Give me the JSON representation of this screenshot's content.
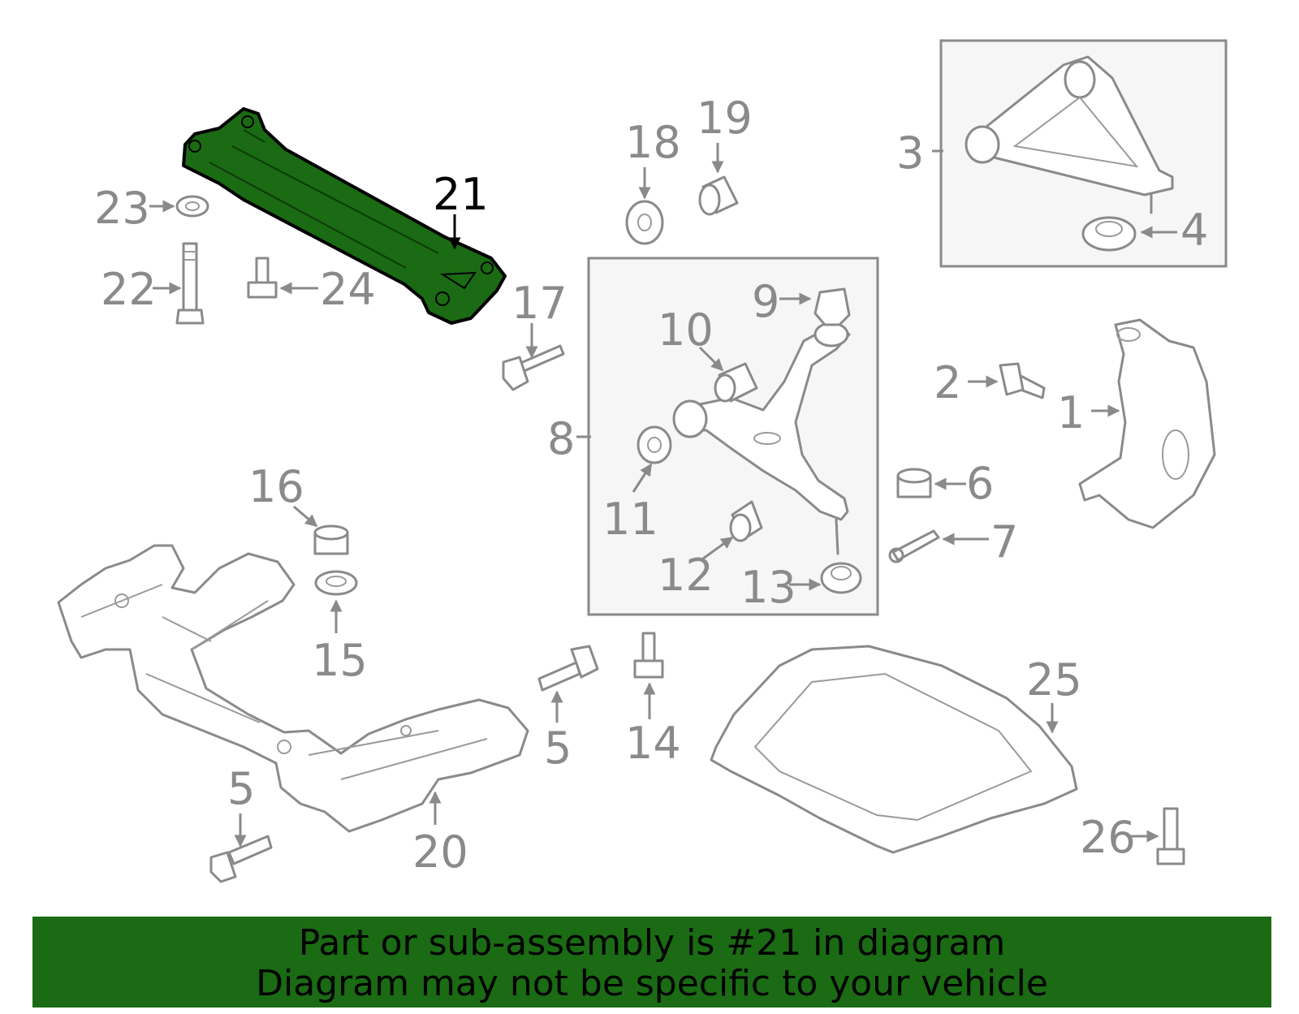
{
  "highlight_color": "#1a6b13",
  "highlighted_part": "21",
  "callouts": {
    "c1": "1",
    "c2": "2",
    "c3": "3",
    "c4": "4",
    "c5a": "5",
    "c5b": "5",
    "c6": "6",
    "c7": "7",
    "c8": "8",
    "c9": "9",
    "c10": "10",
    "c11": "11",
    "c12": "12",
    "c13": "13",
    "c14": "14",
    "c15": "15",
    "c16": "16",
    "c17": "17",
    "c18": "18",
    "c19": "19",
    "c20": "20",
    "c21": "21",
    "c22": "22",
    "c23": "23",
    "c24": "24",
    "c25": "25",
    "c26": "26"
  },
  "banner": {
    "line1": "Part or sub-assembly is #21 in diagram",
    "line2": "Diagram may not be specific to your vehicle"
  }
}
